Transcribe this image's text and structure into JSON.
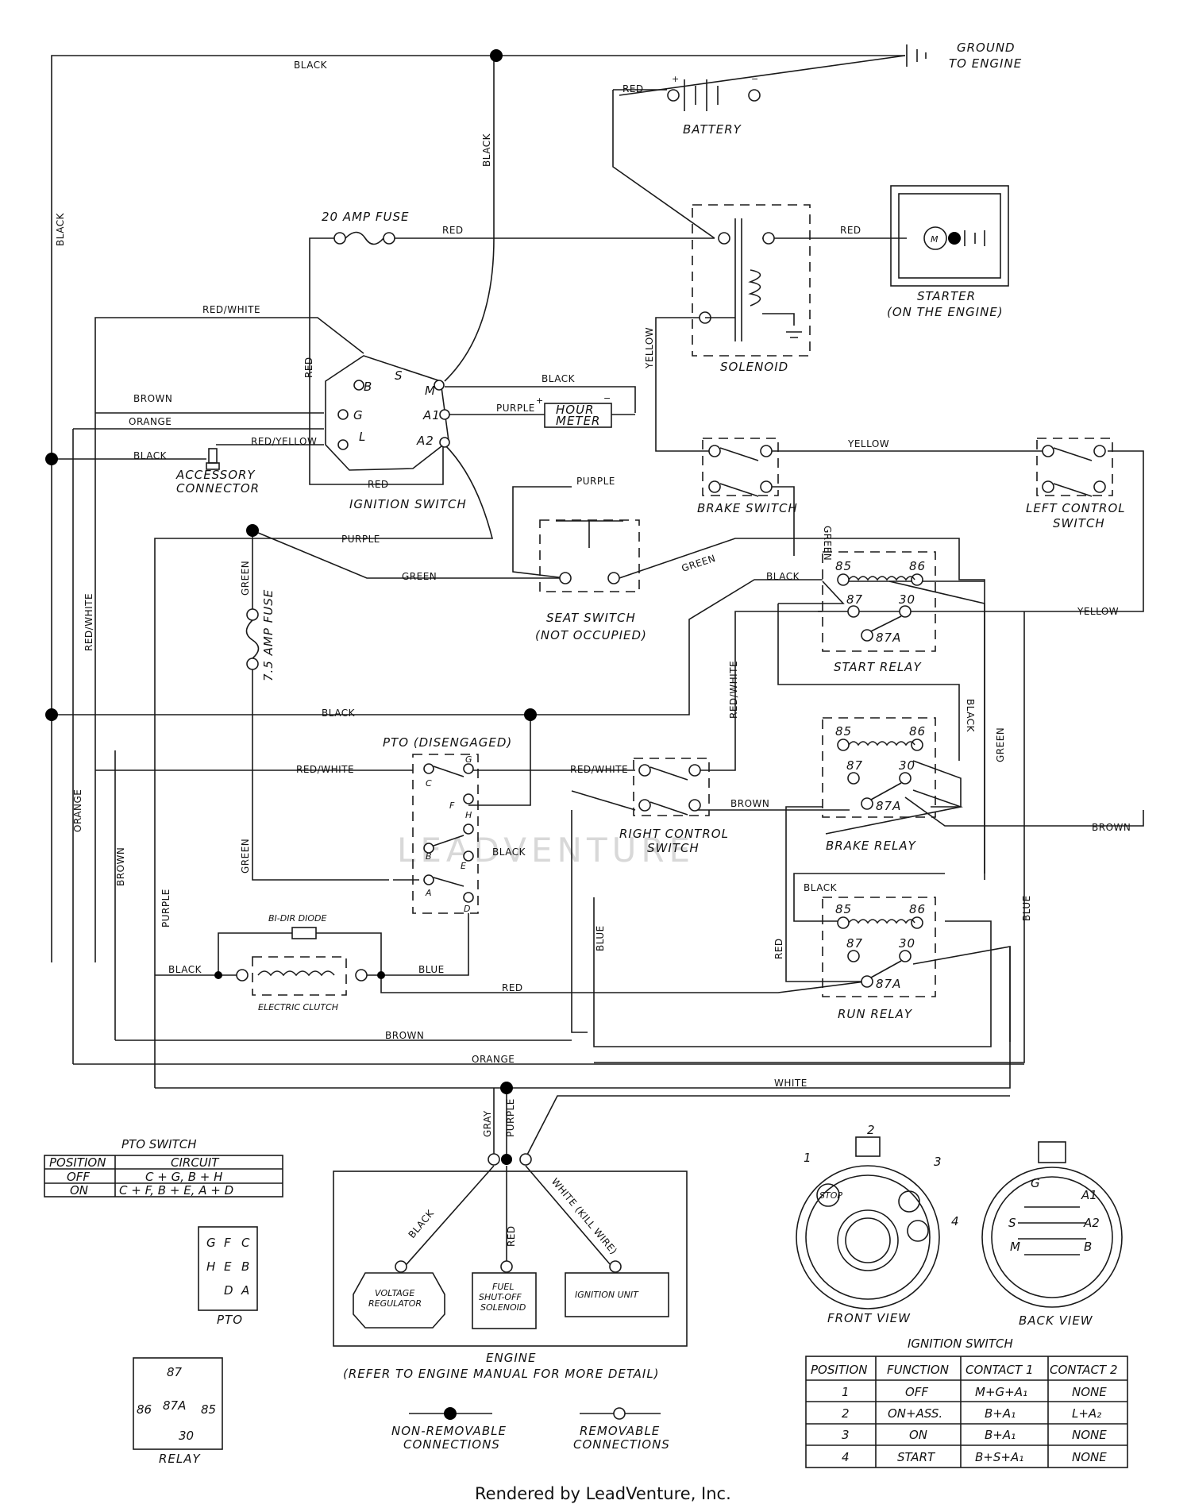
{
  "footer": "Rendered by LeadVenture, Inc.",
  "watermark": "LEADVENTURE",
  "components": {
    "ground": [
      "GROUND",
      "TO ENGINE"
    ],
    "battery": "BATTERY",
    "solenoid": "SOLENOID",
    "starter": [
      "STARTER",
      "(ON THE ENGINE)"
    ],
    "starter_symbol": "M",
    "fuse_20": "20 AMP FUSE",
    "fuse_7_5": "7.5 AMP FUSE",
    "hour_meter": [
      "HOUR",
      "METER"
    ],
    "ignition_switch": "IGNITION SWITCH",
    "accessory_connector": [
      "ACCESSORY",
      "CONNECTOR"
    ],
    "brake_switch": "BRAKE SWITCH",
    "left_control_switch": [
      "LEFT CONTROL",
      "SWITCH"
    ],
    "seat_switch": [
      "SEAT SWITCH",
      "(NOT OCCUPIED)"
    ],
    "start_relay": "START RELAY",
    "brake_relay": "BRAKE RELAY",
    "run_relay": "RUN RELAY",
    "pto_disengaged": "PTO (DISENGAGED)",
    "right_control_switch": [
      "RIGHT CONTROL",
      "SWITCH"
    ],
    "bi_dir_diode": "BI-DIR DIODE",
    "electric_clutch": "ELECTRIC CLUTCH",
    "engine": [
      "ENGINE",
      "(REFER TO ENGINE MANUAL FOR MORE DETAIL)"
    ],
    "voltage_regulator": [
      "VOLTAGE",
      "REGULATOR"
    ],
    "fuel_shutoff": [
      "FUEL",
      "SHUT-OFF",
      "SOLENOID"
    ],
    "ignition_unit": "IGNITION UNIT",
    "relay_terminals": [
      "85",
      "86",
      "87",
      "30",
      "87A"
    ],
    "ign_terminals": [
      "B",
      "S",
      "M",
      "G",
      "A1",
      "L",
      "A2"
    ],
    "pto_terminals": [
      "G",
      "C",
      "F",
      "H",
      "B",
      "E",
      "A",
      "D"
    ]
  },
  "wires": {
    "black": "BLACK",
    "red": "RED",
    "red_white": "RED/WHITE",
    "red_yellow": "RED/YELLOW",
    "brown": "BROWN",
    "orange": "ORANGE",
    "purple": "PURPLE",
    "yellow": "YELLOW",
    "green": "GREEN",
    "blue": "BLUE",
    "white": "WHITE",
    "gray": "GRAY",
    "white_kill": "WHITE (KILL WIRE)"
  },
  "pto_table": {
    "title": "PTO SWITCH",
    "headers": [
      "POSITION",
      "CIRCUIT"
    ],
    "rows": [
      [
        "OFF",
        "C + G, B + H"
      ],
      [
        "ON",
        "C + F, B + E, A + D"
      ]
    ]
  },
  "pto_pinout": {
    "title": "PTO",
    "pins": [
      "G",
      "F",
      "C",
      "H",
      "E",
      "B",
      "D",
      "A"
    ]
  },
  "relay_pinout": {
    "title": "RELAY",
    "pins": [
      "87",
      "86",
      "87A",
      "85",
      "30"
    ]
  },
  "ignition_views": {
    "front": "FRONT VIEW",
    "back": "BACK VIEW",
    "positions": [
      "1",
      "2",
      "3",
      "4"
    ],
    "stop": "STOP",
    "back_terminals": [
      "G",
      "A1",
      "S",
      "A2",
      "M",
      "B"
    ]
  },
  "ignition_table": {
    "title": "IGNITION SWITCH",
    "headers": [
      "POSITION",
      "FUNCTION",
      "CONTACT 1",
      "CONTACT 2"
    ],
    "rows": [
      [
        "1",
        "OFF",
        "M+G+A₁",
        "NONE"
      ],
      [
        "2",
        "ON+ASS.",
        "B+A₁",
        "L+A₂"
      ],
      [
        "3",
        "ON",
        "B+A₁",
        "NONE"
      ],
      [
        "4",
        "START",
        "B+S+A₁",
        "NONE"
      ]
    ]
  },
  "legend": {
    "non_removable": [
      "NON-REMOVABLE",
      "CONNECTIONS"
    ],
    "removable": [
      "REMOVABLE",
      "CONNECTIONS"
    ]
  }
}
